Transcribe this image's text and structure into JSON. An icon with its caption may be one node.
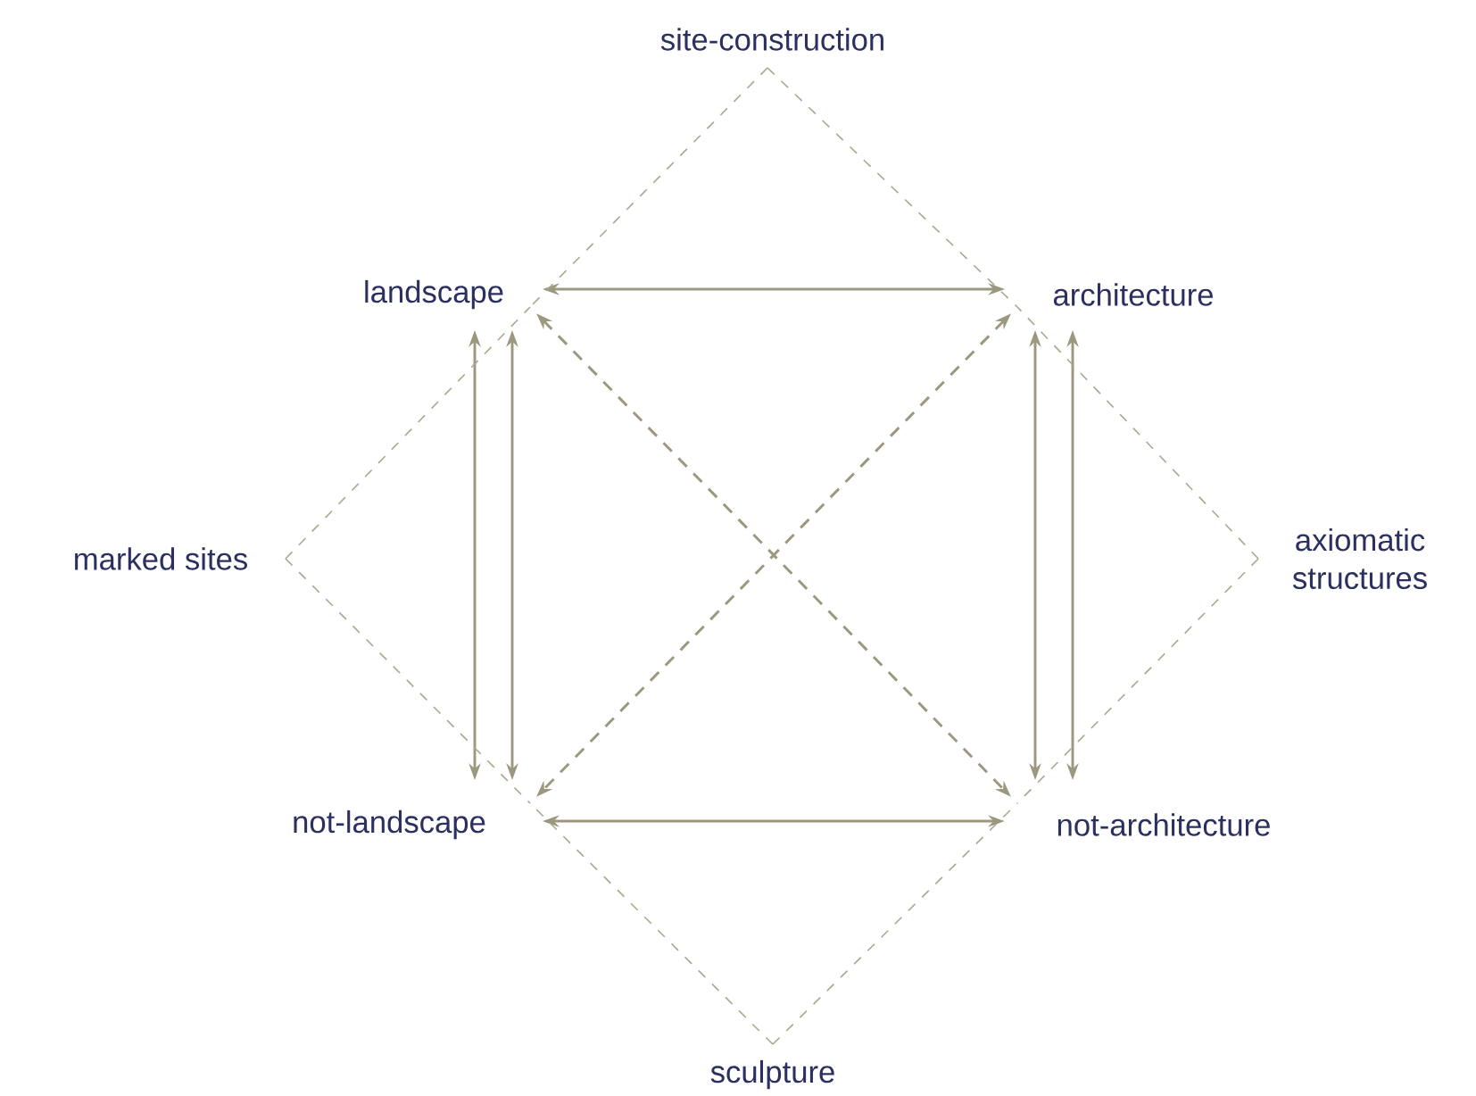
{
  "diagram": {
    "nodes": [
      {
        "text": [
          "site-construction"
        ]
      },
      {
        "text": [
          "landscape"
        ]
      },
      {
        "text": [
          "architecture"
        ]
      },
      {
        "text": [
          "marked sites"
        ]
      },
      {
        "text": [
          "axiomatic structures"
        ]
      },
      {
        "text": [
          "not-landscape"
        ]
      },
      {
        "text": [
          "not-architecture"
        ]
      },
      {
        "text": [
          "sculpture"
        ]
      }
    ],
    "edges": [
      {
        "from": 1,
        "to": 2,
        "arrow": "both"
      },
      {
        "from": 1,
        "to": 5,
        "arrow": "both"
      },
      {
        "from": 1,
        "to": 5,
        "arrow": "both"
      },
      {
        "from": 2,
        "to": 6,
        "arrow": "both"
      },
      {
        "from": 2,
        "to": 6,
        "arrow": "both"
      },
      {
        "from": 5,
        "to": 6,
        "arrow": "both"
      },
      {
        "from": 1,
        "to": 6,
        "arrow": "both",
        "style": "dashed"
      },
      {
        "from": 2,
        "to": 5,
        "arrow": "both",
        "style": "dashed"
      },
      {
        "from": 0,
        "to": 1,
        "arrow": "none",
        "style": "dashed",
        "color": "#aaa68f"
      },
      {
        "from": 0,
        "to": 2,
        "arrow": "none",
        "style": "dashed",
        "color": "#aaa68f"
      },
      {
        "from": 3,
        "to": 1,
        "arrow": "none",
        "style": "dashed",
        "color": "#aaa68f"
      },
      {
        "from": 3,
        "to": 5,
        "arrow": "none",
        "style": "dashed",
        "color": "#aaa68f"
      },
      {
        "from": 4,
        "to": 2,
        "arrow": "none",
        "style": "dashed",
        "color": "#aaa68f"
      },
      {
        "from": 4,
        "to": 6,
        "arrow": "none",
        "style": "dashed",
        "color": "#aaa68f"
      },
      {
        "from": 7,
        "to": 5,
        "arrow": "none",
        "style": "dashed",
        "color": "#aaa68f"
      },
      {
        "from": 7,
        "to": 6,
        "arrow": "none",
        "style": "dashed",
        "color": "#aaa68f"
      }
    ]
  }
}
